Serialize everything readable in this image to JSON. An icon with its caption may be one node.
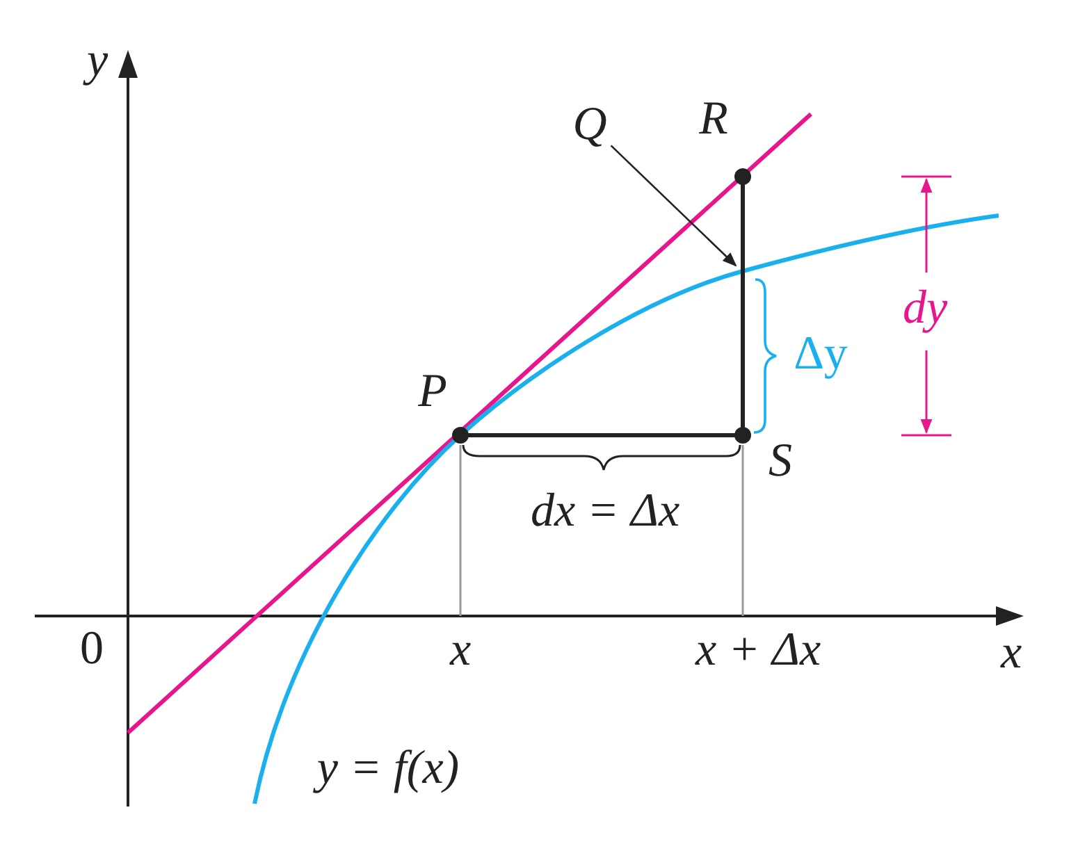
{
  "diagram": {
    "nodes": [
      {
        "text": [
          "Q"
        ]
      },
      {
        "text": [],
        "shape": "curve"
      }
    ],
    "edges": [
      {
        "from": 0,
        "to": 1,
        "arrow": "to"
      }
    ],
    "labels": [
      "y",
      "R",
      "P",
      "dy",
      "Δy",
      "S",
      "dx = Δx",
      "0",
      "x",
      "x + Δx",
      "x",
      "y = f(x)"
    ]
  }
}
